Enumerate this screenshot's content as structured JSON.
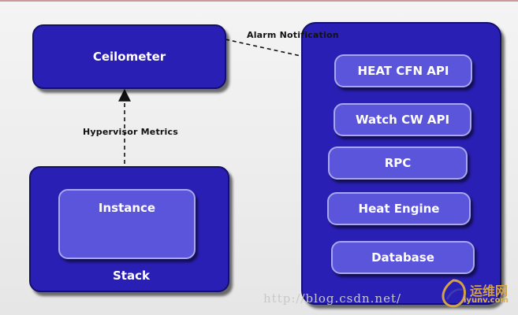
{
  "nodes": {
    "ceilometer": "Ceilometer",
    "stack": "Stack",
    "instance": "Instance",
    "heat_cfn_api": "HEAT CFN API",
    "watch_cw_api": "Watch CW API",
    "rpc": "RPC",
    "heat_engine": "Heat Engine",
    "database": "Database"
  },
  "edges": {
    "alarm_notification": "Alarm Notification",
    "hypervisor_metrics": "Hypervisor Metrics"
  },
  "watermark": {
    "url": "http://blog.csdn.net/",
    "logo_cn": "运维网",
    "logo_en": "iyunv.com"
  },
  "colors": {
    "container_fill": "#2a1fb4",
    "inner_fill": "#5b55dc",
    "logo": "#d4a341"
  }
}
